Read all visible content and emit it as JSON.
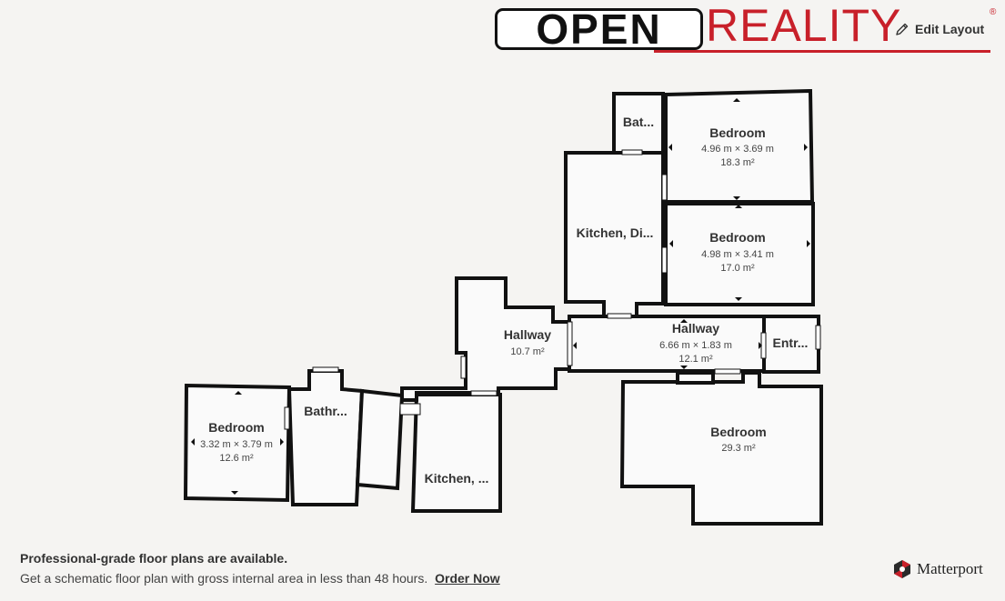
{
  "logo": {
    "part1": "OPEN",
    "part2": "REALITY",
    "registered": "®"
  },
  "toolbar": {
    "edit_layout_label": "Edit Layout"
  },
  "rooms": [
    {
      "id": "bedroom-left",
      "name": "Bedroom",
      "dims": "3.32 m × 3.79 m",
      "area": "12.6 m²"
    },
    {
      "id": "bathroom-left",
      "name": "Bathr..."
    },
    {
      "id": "kitchen-lower",
      "name": "Kitchen, ..."
    },
    {
      "id": "hallway-left",
      "name": "Hallway",
      "area": "10.7 m²"
    },
    {
      "id": "kitchen-dining",
      "name": "Kitchen, Di..."
    },
    {
      "id": "bath-top",
      "name": "Bat..."
    },
    {
      "id": "bedroom-top",
      "name": "Bedroom",
      "dims": "4.96 m × 3.69 m",
      "area": "18.3 m²"
    },
    {
      "id": "bedroom-mid",
      "name": "Bedroom",
      "dims": "4.98 m × 3.41 m",
      "area": "17.0 m²"
    },
    {
      "id": "hallway-right",
      "name": "Hallway",
      "dims": "6.66 m × 1.83 m",
      "area": "12.1 m²"
    },
    {
      "id": "entrance",
      "name": "Entr..."
    },
    {
      "id": "bedroom-bottom",
      "name": "Bedroom",
      "area": "29.3 m²"
    }
  ],
  "promo": {
    "title": "Professional-grade floor plans are available.",
    "description": "Get a schematic floor plan with gross internal area in less than 48 hours.",
    "cta": "Order Now"
  },
  "brand": {
    "name": "Matterport"
  },
  "colors": {
    "background": "#f5f4f2",
    "wall": "#111111",
    "logo_red": "#c8202a"
  }
}
